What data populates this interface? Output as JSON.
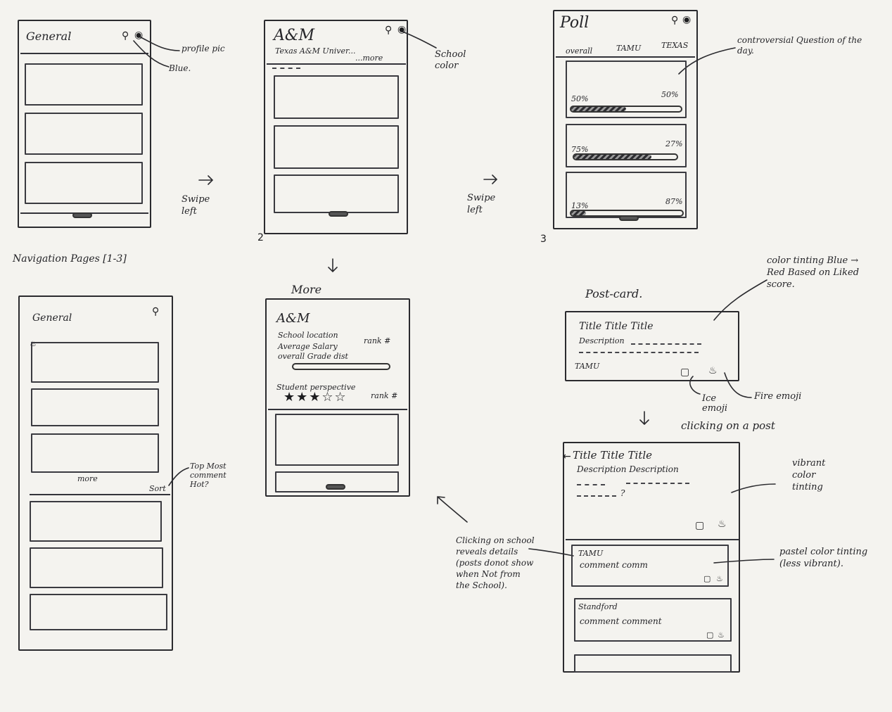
{
  "screen1": {
    "title": "General",
    "anno_profile": "profile pic",
    "anno_blue": "Blue."
  },
  "swipe1": "Swipe left",
  "nav_caption": "Navigation Pages [1-3]",
  "screen2": {
    "title": "A&M",
    "subtitle": "Texas A&M Univer...",
    "more": "...more",
    "number": "2",
    "anno_school_color": "School color"
  },
  "swipe2": "Swipe left",
  "screen3": {
    "title": "Poll",
    "number": "3",
    "tabs": [
      "overall",
      "TAMU",
      "TEXAS"
    ],
    "anno_question": "controversial Question of the day.",
    "polls": [
      {
        "left": "50%",
        "right": "50%",
        "fill": 0.5
      },
      {
        "left": "75%",
        "right": "27%",
        "fill": 0.75
      },
      {
        "left": "13%",
        "right": "87%",
        "fill": 0.13
      }
    ]
  },
  "screen4": {
    "title": "General",
    "more": "more",
    "sort": "Sort",
    "anno_sort": "Top Most comment Hot?"
  },
  "more_page": {
    "heading": "More",
    "title": "A&M",
    "location": "School location",
    "salary": "Average Salary",
    "rank1": "rank #",
    "grade": "overall Grade dist",
    "student": "Student perspective",
    "rank2": "rank #",
    "stars_filled": 3,
    "stars_total": 5
  },
  "post_card": {
    "heading": "Post-card.",
    "title": "Title Title Title",
    "description": "Description",
    "school": "TAMU",
    "anno_tint": "color tinting Blue → Red Based on Liked score.",
    "anno_ice": "Ice emoji",
    "anno_fire": "Fire emoji"
  },
  "post_detail": {
    "heading": "clicking on a post",
    "title": "Title Title Title",
    "desc_line": "Description Description",
    "question": "?",
    "anno_vibrant": "vibrant color tinting",
    "comments": [
      {
        "author": "TAMU",
        "text": "comment comm"
      },
      {
        "author": "Standford",
        "text": "comment comment"
      }
    ],
    "anno_pastel": "pastel color tinting (less vibrant)."
  },
  "school_note": "Clicking on school reveals details (posts donot show when Not from the School)."
}
